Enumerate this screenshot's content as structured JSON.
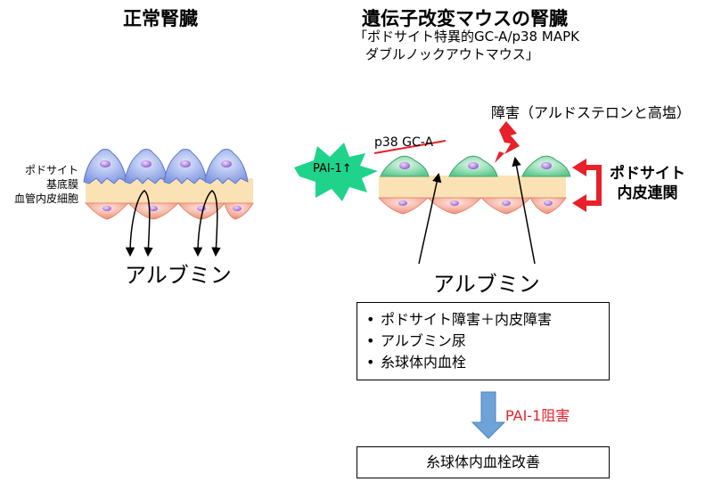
{
  "left_panel": {
    "title": "正常腎臓",
    "layer_labels": [
      "ポドサイト",
      "基底膜",
      "血管内皮細胞"
    ],
    "albumin_label": "アルブミン"
  },
  "right_panel": {
    "title": "遺伝子改変マウスの腎臓",
    "subtitle_line1": "「ポドサイト特異的GC-A/p38 MAPK",
    "subtitle_line2": "ダブルノックアウトマウス」",
    "injury_label": "障害（アルドステロンと高塩）",
    "knockout_label": "p38 GC-A",
    "pai_label": "PAI-1↑",
    "link_label_line1": "ポドサイト",
    "link_label_line2": "内皮連関",
    "albumin_label": "アルブミン",
    "outcomes": [
      "ポドサイト障害＋内皮障害",
      "アルブミン尿",
      "糸球体内血栓"
    ],
    "intervention_label": "PAI-1阻害",
    "result_label": "糸球体内血栓改善"
  },
  "colors": {
    "normal_podocyte": "#92a6e8",
    "mutant_podocyte": "#7fd3a2",
    "nucleus": "#9b6ad8",
    "basement_membrane": "#fbe2b4",
    "endothelial": "#f0a08a",
    "pai_star": "#1fd38a",
    "accent_red": "#e8202a",
    "down_arrow": "#6ea3d8"
  },
  "icons": [
    "lightning-bolt-icon",
    "star-burst-icon",
    "bracket-arrow-icon"
  ]
}
